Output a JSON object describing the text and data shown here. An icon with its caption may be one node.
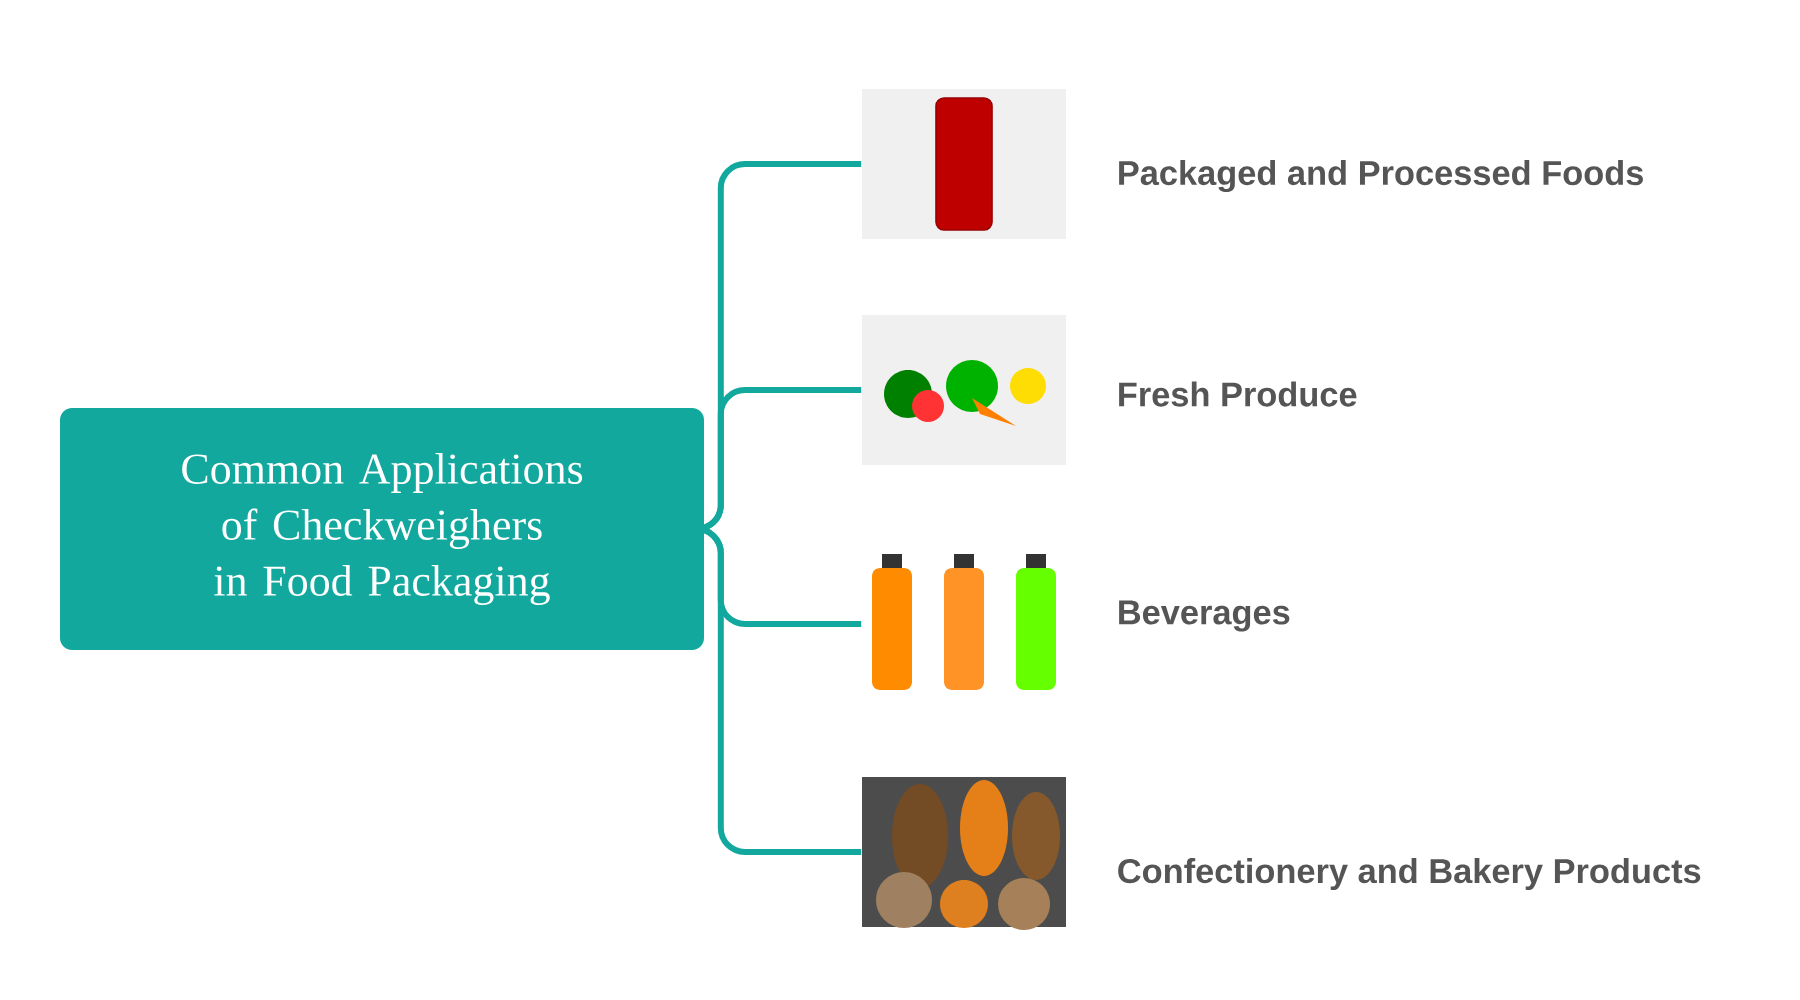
{
  "diagram": {
    "nodes": [
      {
        "text": [
          "Common Applications of Checkweighers in Food Packaging"
        ]
      },
      {
        "text": [],
        "shape": "picture",
        "beside": [
          "Packaged and Processed Foods"
        ]
      },
      {
        "text": [],
        "shape": "picture",
        "beside": [
          "Fresh Produce"
        ]
      },
      {
        "text": [],
        "shape": "picture",
        "beside": [
          "Beverages"
        ]
      },
      {
        "text": [],
        "shape": "picture",
        "beside": [
          "Confectionery and Bakery Products"
        ]
      }
    ],
    "edges": [
      {
        "from": 0,
        "to": 1,
        "arrow": "none"
      },
      {
        "from": 0,
        "to": 2,
        "arrow": "none"
      },
      {
        "from": 0,
        "to": 3,
        "arrow": "none"
      },
      {
        "from": 0,
        "to": 4,
        "arrow": "none"
      }
    ]
  }
}
